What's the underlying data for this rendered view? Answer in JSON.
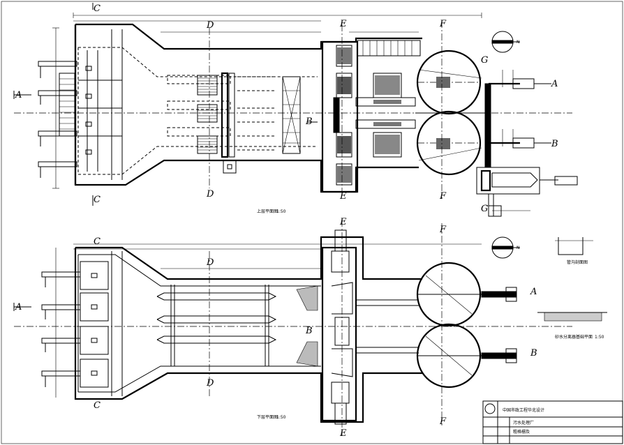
{
  "upper_plan": {
    "caption": "上层平面图",
    "scale": "1:50",
    "section_letters": {
      "a": "A",
      "b": "B",
      "c": "C",
      "d": "D",
      "e": "E",
      "f": "F",
      "g": "G"
    }
  },
  "lower_plan": {
    "caption": "下层平面图",
    "scale": "1:50"
  },
  "side_details": {
    "detail_1_caption": "管沟剖面图",
    "detail_2_caption": "砂水分离器基础平面",
    "detail_2_scale": "1:50"
  },
  "title_block": {
    "company": "中国市政工程华北设计",
    "project": "污水处理厂",
    "drawing": "粗格栅及"
  },
  "north_arrow": {
    "symbol": "N"
  }
}
